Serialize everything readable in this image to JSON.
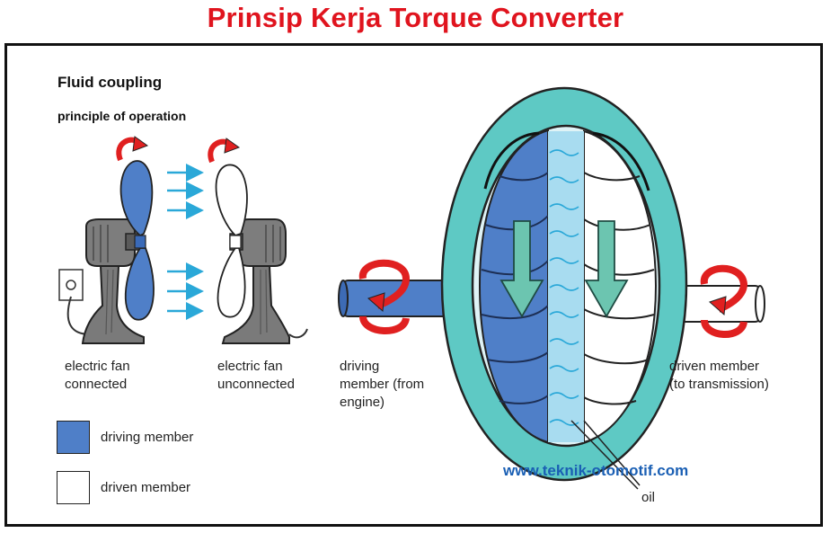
{
  "title": "Prinsip Kerja Torque Converter",
  "heading": "Fluid coupling",
  "subheading": "principle of operation",
  "labels": {
    "fan_connected": [
      "electric fan",
      "connected"
    ],
    "fan_unconnected": [
      "electric fan",
      "unconnected"
    ],
    "driving": [
      "driving",
      "member (from",
      "engine)"
    ],
    "driven": [
      "driven member",
      "(to transmission)"
    ],
    "oil": "oil"
  },
  "legend": [
    {
      "label": "driving member",
      "color": "#4f7fc8"
    },
    {
      "label": "driven member",
      "color": "#ffffff"
    }
  ],
  "website": "www.teknik-otomotif.com",
  "colors": {
    "title": "#e0141e",
    "driving_blue": "#4f7fc8",
    "housing_teal": "#5ec9c4",
    "arrow_teal": "#6cc5b0",
    "rotation_red": "#e02020",
    "flow_arrows": "#2aa8d8",
    "website": "#1a5fb4"
  }
}
